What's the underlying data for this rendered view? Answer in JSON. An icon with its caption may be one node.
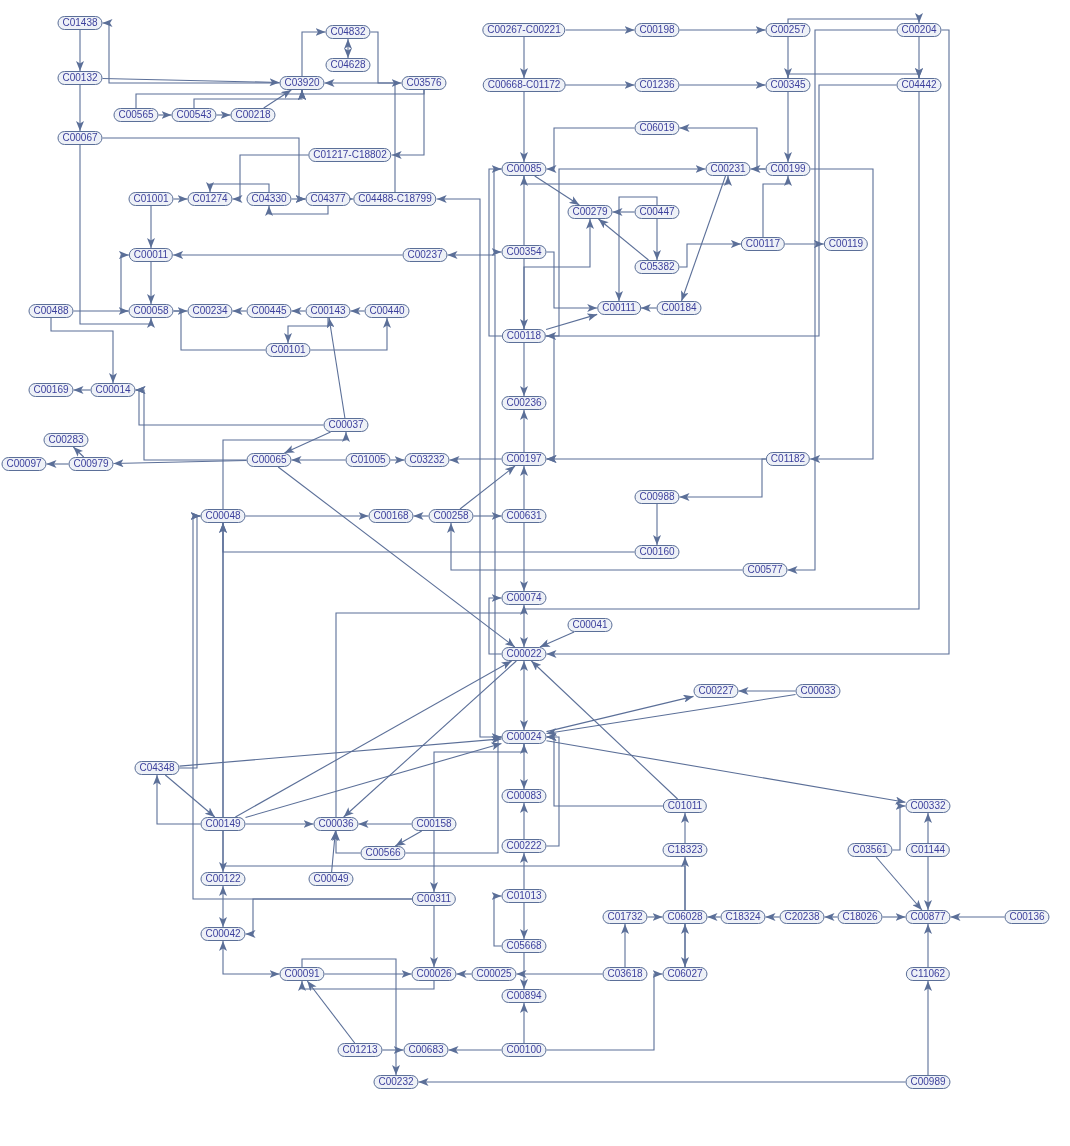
{
  "diagram": {
    "nodes": [
      {
        "text": [
          "C01438"
        ]
      },
      {
        "text": [
          "C04832"
        ]
      },
      {
        "text": [
          "C00267-C00221"
        ]
      },
      {
        "text": [
          "C00198"
        ]
      },
      {
        "text": [
          "C00257"
        ]
      },
      {
        "text": [
          "C00204"
        ]
      },
      {
        "text": [
          "C04628"
        ]
      },
      {
        "text": [
          "C00132"
        ]
      },
      {
        "text": [
          "C03920"
        ]
      },
      {
        "text": [
          "C03576"
        ]
      },
      {
        "text": [
          "C00668-C01172"
        ]
      },
      {
        "text": [
          "C01236"
        ]
      },
      {
        "text": [
          "C00345"
        ]
      },
      {
        "text": [
          "C04442"
        ]
      },
      {
        "text": [
          "C00565"
        ]
      },
      {
        "text": [
          "C00543"
        ]
      },
      {
        "text": [
          "C00218"
        ]
      },
      {
        "text": [
          "C06019"
        ]
      },
      {
        "text": [
          "C00067"
        ]
      },
      {
        "text": [
          "C01217-C18802"
        ]
      },
      {
        "text": [
          "C00085"
        ]
      },
      {
        "text": [
          "C00231"
        ]
      },
      {
        "text": [
          "C00199"
        ]
      },
      {
        "text": [
          "C01001"
        ]
      },
      {
        "text": [
          "C01274"
        ]
      },
      {
        "text": [
          "C04330"
        ]
      },
      {
        "text": [
          "C04377"
        ]
      },
      {
        "text": [
          "C04488-C18799"
        ]
      },
      {
        "text": [
          "C00279"
        ]
      },
      {
        "text": [
          "C00447"
        ]
      },
      {
        "text": [
          "C00117"
        ]
      },
      {
        "text": [
          "C00119"
        ]
      },
      {
        "text": [
          "C00011"
        ]
      },
      {
        "text": [
          "C00237"
        ]
      },
      {
        "text": [
          "C00354"
        ]
      },
      {
        "text": [
          "C05382"
        ]
      },
      {
        "text": [
          "C00488"
        ]
      },
      {
        "text": [
          "C00058"
        ]
      },
      {
        "text": [
          "C00234"
        ]
      },
      {
        "text": [
          "C00445"
        ]
      },
      {
        "text": [
          "C00143"
        ]
      },
      {
        "text": [
          "C00440"
        ]
      },
      {
        "text": [
          "C00111"
        ]
      },
      {
        "text": [
          "C00184"
        ]
      },
      {
        "text": [
          "C00118"
        ]
      },
      {
        "text": [
          "C00101"
        ]
      },
      {
        "text": [
          "C00169"
        ]
      },
      {
        "text": [
          "C00014"
        ]
      },
      {
        "text": [
          "C00236"
        ]
      },
      {
        "text": [
          "C00037"
        ]
      },
      {
        "text": [
          "C00283"
        ]
      },
      {
        "text": [
          "C00097"
        ]
      },
      {
        "text": [
          "C00979"
        ]
      },
      {
        "text": [
          "C00065"
        ]
      },
      {
        "text": [
          "C01005"
        ]
      },
      {
        "text": [
          "C03232"
        ]
      },
      {
        "text": [
          "C00197"
        ]
      },
      {
        "text": [
          "C01182"
        ]
      },
      {
        "text": [
          "C00988"
        ]
      },
      {
        "text": [
          "C00048"
        ]
      },
      {
        "text": [
          "C00168"
        ]
      },
      {
        "text": [
          "C00258"
        ]
      },
      {
        "text": [
          "C00631"
        ]
      },
      {
        "text": [
          "C00160"
        ]
      },
      {
        "text": [
          "C00577"
        ]
      },
      {
        "text": [
          "C00074"
        ]
      },
      {
        "text": [
          "C00041"
        ]
      },
      {
        "text": [
          "C00022"
        ]
      },
      {
        "text": [
          "C00227"
        ]
      },
      {
        "text": [
          "C00033"
        ]
      },
      {
        "text": [
          "C00024"
        ]
      },
      {
        "text": [
          "C04348"
        ]
      },
      {
        "text": [
          "C00083"
        ]
      },
      {
        "text": [
          "C01011"
        ]
      },
      {
        "text": [
          "C00332"
        ]
      },
      {
        "text": [
          "C00149"
        ]
      },
      {
        "text": [
          "C00036"
        ]
      },
      {
        "text": [
          "C00158"
        ]
      },
      {
        "text": [
          "C00566"
        ]
      },
      {
        "text": [
          "C00222"
        ]
      },
      {
        "text": [
          "C18323"
        ]
      },
      {
        "text": [
          "C03561"
        ]
      },
      {
        "text": [
          "C01144"
        ]
      },
      {
        "text": [
          "C00122"
        ]
      },
      {
        "text": [
          "C00049"
        ]
      },
      {
        "text": [
          "C00311"
        ]
      },
      {
        "text": [
          "C01013"
        ]
      },
      {
        "text": [
          "C01732"
        ]
      },
      {
        "text": [
          "C06028"
        ]
      },
      {
        "text": [
          "C18324"
        ]
      },
      {
        "text": [
          "C20238"
        ]
      },
      {
        "text": [
          "C18026"
        ]
      },
      {
        "text": [
          "C00877"
        ]
      },
      {
        "text": [
          "C00136"
        ]
      },
      {
        "text": [
          "C00042"
        ]
      },
      {
        "text": [
          "C05668"
        ]
      },
      {
        "text": [
          "C00091"
        ]
      },
      {
        "text": [
          "C00026"
        ]
      },
      {
        "text": [
          "C00025"
        ]
      },
      {
        "text": [
          "C03618"
        ]
      },
      {
        "text": [
          "C06027"
        ]
      },
      {
        "text": [
          "C11062"
        ]
      },
      {
        "text": [
          "C00894"
        ]
      },
      {
        "text": [
          "C01213"
        ]
      },
      {
        "text": [
          "C00683"
        ]
      },
      {
        "text": [
          "C00100"
        ]
      },
      {
        "text": [
          "C00232"
        ]
      },
      {
        "text": [
          "C00989"
        ]
      }
    ],
    "edges": [
      {
        "from": 8,
        "to": 0,
        "arrow": "to"
      },
      {
        "from": 0,
        "to": 7,
        "arrow": "to"
      },
      {
        "from": 7,
        "to": 18,
        "arrow": "to"
      },
      {
        "from": 7,
        "to": 8,
        "arrow": "to"
      },
      {
        "from": 14,
        "to": 15,
        "arrow": "to"
      },
      {
        "from": 15,
        "to": 16,
        "arrow": "to"
      },
      {
        "from": 14,
        "to": 8,
        "arrow": "to"
      },
      {
        "from": 15,
        "to": 8,
        "arrow": "to"
      },
      {
        "from": 16,
        "to": 8,
        "arrow": "to"
      },
      {
        "from": 8,
        "to": 1,
        "arrow": "to"
      },
      {
        "from": 1,
        "to": 6,
        "arrow": "both"
      },
      {
        "from": 1,
        "to": 9,
        "arrow": "to"
      },
      {
        "from": 9,
        "to": 8,
        "arrow": "to"
      },
      {
        "from": 9,
        "to": 19,
        "arrow": "to"
      },
      {
        "from": 27,
        "to": 8,
        "arrow": "to"
      },
      {
        "from": 18,
        "to": 26,
        "arrow": "to"
      },
      {
        "from": 19,
        "to": 24,
        "arrow": "to"
      },
      {
        "from": 23,
        "to": 24,
        "arrow": "to"
      },
      {
        "from": 25,
        "to": 24,
        "arrow": "to"
      },
      {
        "from": 26,
        "to": 25,
        "arrow": "to"
      },
      {
        "from": 25,
        "to": 26,
        "arrow": "to"
      },
      {
        "from": 26,
        "to": 27,
        "arrow": "to"
      },
      {
        "from": 70,
        "to": 27,
        "arrow": "to"
      },
      {
        "from": 70,
        "to": 33,
        "arrow": "to"
      },
      {
        "from": 23,
        "to": 32,
        "arrow": "to"
      },
      {
        "from": 33,
        "to": 32,
        "arrow": "to"
      },
      {
        "from": 32,
        "to": 37,
        "arrow": "to"
      },
      {
        "from": 37,
        "to": 32,
        "arrow": "to"
      },
      {
        "from": 18,
        "to": 37,
        "arrow": "to"
      },
      {
        "from": 36,
        "to": 37,
        "arrow": "to"
      },
      {
        "from": 36,
        "to": 47,
        "arrow": "to"
      },
      {
        "from": 37,
        "to": 38,
        "arrow": "to"
      },
      {
        "from": 39,
        "to": 38,
        "arrow": "to"
      },
      {
        "from": 40,
        "to": 39,
        "arrow": "to"
      },
      {
        "from": 41,
        "to": 40,
        "arrow": "to"
      },
      {
        "from": 45,
        "to": 41,
        "arrow": "to"
      },
      {
        "from": 37,
        "to": 45,
        "arrow": "none"
      },
      {
        "from": 40,
        "to": 45,
        "arrow": "to"
      },
      {
        "from": 49,
        "to": 40,
        "arrow": "to"
      },
      {
        "from": 49,
        "to": 47,
        "arrow": "to"
      },
      {
        "from": 47,
        "to": 46,
        "arrow": "to"
      },
      {
        "from": 53,
        "to": 47,
        "arrow": "to"
      },
      {
        "from": 53,
        "to": 52,
        "arrow": "to"
      },
      {
        "from": 52,
        "to": 51,
        "arrow": "to"
      },
      {
        "from": 52,
        "to": 50,
        "arrow": "to"
      },
      {
        "from": 49,
        "to": 53,
        "arrow": "to"
      },
      {
        "from": 54,
        "to": 53,
        "arrow": "to"
      },
      {
        "from": 54,
        "to": 55,
        "arrow": "to"
      },
      {
        "from": 56,
        "to": 55,
        "arrow": "to"
      },
      {
        "from": 59,
        "to": 49,
        "arrow": "to"
      },
      {
        "from": 59,
        "to": 60,
        "arrow": "to"
      },
      {
        "from": 61,
        "to": 60,
        "arrow": "to"
      },
      {
        "from": 61,
        "to": 62,
        "arrow": "to"
      },
      {
        "from": 85,
        "to": 94,
        "arrow": "to"
      },
      {
        "from": 85,
        "to": 59,
        "arrow": "to"
      },
      {
        "from": 63,
        "to": 59,
        "arrow": "to"
      },
      {
        "from": 75,
        "to": 59,
        "arrow": "to"
      },
      {
        "from": 71,
        "to": 59,
        "arrow": "to"
      },
      {
        "from": 71,
        "to": 70,
        "arrow": "to"
      },
      {
        "from": 59,
        "to": 100,
        "arrow": "to"
      },
      {
        "from": 64,
        "to": 61,
        "arrow": "to"
      },
      {
        "from": 5,
        "to": 64,
        "arrow": "to"
      },
      {
        "from": 5,
        "to": 67,
        "arrow": "to"
      },
      {
        "from": 13,
        "to": 44,
        "arrow": "to"
      },
      {
        "from": 13,
        "to": 67,
        "arrow": "to"
      },
      {
        "from": 61,
        "to": 56,
        "arrow": "to"
      },
      {
        "from": 44,
        "to": 56,
        "arrow": "to"
      },
      {
        "from": 62,
        "to": 56,
        "arrow": "to"
      },
      {
        "from": 56,
        "to": 48,
        "arrow": "to"
      },
      {
        "from": 44,
        "to": 48,
        "arrow": "to"
      },
      {
        "from": 57,
        "to": 56,
        "arrow": "to"
      },
      {
        "from": 57,
        "to": 58,
        "arrow": "to"
      },
      {
        "from": 58,
        "to": 63,
        "arrow": "to"
      },
      {
        "from": 62,
        "to": 65,
        "arrow": "to"
      },
      {
        "from": 67,
        "to": 65,
        "arrow": "to"
      },
      {
        "from": 66,
        "to": 67,
        "arrow": "to"
      },
      {
        "from": 67,
        "to": 70,
        "arrow": "both"
      },
      {
        "from": 53,
        "to": 67,
        "arrow": "to"
      },
      {
        "from": 75,
        "to": 67,
        "arrow": "to"
      },
      {
        "from": 76,
        "to": 65,
        "arrow": "to"
      },
      {
        "from": 67,
        "to": 76,
        "arrow": "to"
      },
      {
        "from": 73,
        "to": 67,
        "arrow": "to"
      },
      {
        "from": 73,
        "to": 70,
        "arrow": "to"
      },
      {
        "from": 70,
        "to": 68,
        "arrow": "to"
      },
      {
        "from": 69,
        "to": 68,
        "arrow": "to"
      },
      {
        "from": 69,
        "to": 70,
        "arrow": "to"
      },
      {
        "from": 70,
        "to": 74,
        "arrow": "to"
      },
      {
        "from": 75,
        "to": 70,
        "arrow": "to"
      },
      {
        "from": 78,
        "to": 70,
        "arrow": "to"
      },
      {
        "from": 77,
        "to": 70,
        "arrow": "to"
      },
      {
        "from": 79,
        "to": 70,
        "arrow": "to"
      },
      {
        "from": 75,
        "to": 71,
        "arrow": "to"
      },
      {
        "from": 71,
        "to": 75,
        "arrow": "to"
      },
      {
        "from": 75,
        "to": 76,
        "arrow": "to"
      },
      {
        "from": 75,
        "to": 83,
        "arrow": "to"
      },
      {
        "from": 83,
        "to": 94,
        "arrow": "both"
      },
      {
        "from": 94,
        "to": 96,
        "arrow": "both"
      },
      {
        "from": 77,
        "to": 76,
        "arrow": "to"
      },
      {
        "from": 77,
        "to": 78,
        "arrow": "to"
      },
      {
        "from": 78,
        "to": 76,
        "arrow": "to"
      },
      {
        "from": 84,
        "to": 76,
        "arrow": "to"
      },
      {
        "from": 77,
        "to": 85,
        "arrow": "to"
      },
      {
        "from": 85,
        "to": 97,
        "arrow": "to"
      },
      {
        "from": 96,
        "to": 97,
        "arrow": "to"
      },
      {
        "from": 97,
        "to": 96,
        "arrow": "to"
      },
      {
        "from": 98,
        "to": 97,
        "arrow": "to"
      },
      {
        "from": 99,
        "to": 98,
        "arrow": "to"
      },
      {
        "from": 95,
        "to": 102,
        "arrow": "to"
      },
      {
        "from": 86,
        "to": 95,
        "arrow": "to"
      },
      {
        "from": 95,
        "to": 86,
        "arrow": "to"
      },
      {
        "from": 86,
        "to": 79,
        "arrow": "to"
      },
      {
        "from": 79,
        "to": 72,
        "arrow": "to"
      },
      {
        "from": 70,
        "to": 72,
        "arrow": "to"
      },
      {
        "from": 105,
        "to": 102,
        "arrow": "to"
      },
      {
        "from": 105,
        "to": 104,
        "arrow": "to"
      },
      {
        "from": 103,
        "to": 104,
        "arrow": "to"
      },
      {
        "from": 103,
        "to": 96,
        "arrow": "to"
      },
      {
        "from": 96,
        "to": 106,
        "arrow": "to"
      },
      {
        "from": 107,
        "to": 106,
        "arrow": "to"
      },
      {
        "from": 105,
        "to": 100,
        "arrow": "to"
      },
      {
        "from": 107,
        "to": 101,
        "arrow": "to"
      },
      {
        "from": 101,
        "to": 92,
        "arrow": "to"
      },
      {
        "from": 82,
        "to": 92,
        "arrow": "to"
      },
      {
        "from": 82,
        "to": 74,
        "arrow": "to"
      },
      {
        "from": 81,
        "to": 74,
        "arrow": "to"
      },
      {
        "from": 81,
        "to": 92,
        "arrow": "to"
      },
      {
        "from": 91,
        "to": 92,
        "arrow": "to"
      },
      {
        "from": 93,
        "to": 92,
        "arrow": "to"
      },
      {
        "from": 91,
        "to": 90,
        "arrow": "to"
      },
      {
        "from": 90,
        "to": 89,
        "arrow": "to"
      },
      {
        "from": 89,
        "to": 88,
        "arrow": "to"
      },
      {
        "from": 87,
        "to": 88,
        "arrow": "to"
      },
      {
        "from": 99,
        "to": 87,
        "arrow": "to"
      },
      {
        "from": 100,
        "to": 88,
        "arrow": "to"
      },
      {
        "from": 88,
        "to": 80,
        "arrow": "to"
      },
      {
        "from": 80,
        "to": 73,
        "arrow": "to"
      },
      {
        "from": 2,
        "to": 3,
        "arrow": "to"
      },
      {
        "from": 3,
        "to": 4,
        "arrow": "to"
      },
      {
        "from": 4,
        "to": 5,
        "arrow": "to"
      },
      {
        "from": 2,
        "to": 10,
        "arrow": "to"
      },
      {
        "from": 10,
        "to": 11,
        "arrow": "to"
      },
      {
        "from": 11,
        "to": 12,
        "arrow": "to"
      },
      {
        "from": 4,
        "to": 12,
        "arrow": "to"
      },
      {
        "from": 12,
        "to": 13,
        "arrow": "to"
      },
      {
        "from": 5,
        "to": 13,
        "arrow": "to"
      },
      {
        "from": 10,
        "to": 20,
        "arrow": "to"
      },
      {
        "from": 12,
        "to": 22,
        "arrow": "to"
      },
      {
        "from": 22,
        "to": 17,
        "arrow": "to"
      },
      {
        "from": 17,
        "to": 20,
        "arrow": "to"
      },
      {
        "from": 20,
        "to": 21,
        "arrow": "to"
      },
      {
        "from": 22,
        "to": 21,
        "arrow": "to"
      },
      {
        "from": 20,
        "to": 34,
        "arrow": "to"
      },
      {
        "from": 34,
        "to": 20,
        "arrow": "to"
      },
      {
        "from": 20,
        "to": 28,
        "arrow": "to"
      },
      {
        "from": 44,
        "to": 28,
        "arrow": "to"
      },
      {
        "from": 29,
        "to": 28,
        "arrow": "to"
      },
      {
        "from": 29,
        "to": 35,
        "arrow": "to"
      },
      {
        "from": 29,
        "to": 42,
        "arrow": "to"
      },
      {
        "from": 35,
        "to": 28,
        "arrow": "to"
      },
      {
        "from": 44,
        "to": 20,
        "arrow": "to"
      },
      {
        "from": 35,
        "to": 30,
        "arrow": "to"
      },
      {
        "from": 30,
        "to": 31,
        "arrow": "to"
      },
      {
        "from": 30,
        "to": 22,
        "arrow": "to"
      },
      {
        "from": 34,
        "to": 42,
        "arrow": "to"
      },
      {
        "from": 34,
        "to": 44,
        "arrow": "to"
      },
      {
        "from": 43,
        "to": 42,
        "arrow": "to"
      },
      {
        "from": 21,
        "to": 43,
        "arrow": "to"
      },
      {
        "from": 44,
        "to": 21,
        "arrow": "to"
      },
      {
        "from": 44,
        "to": 42,
        "arrow": "to"
      },
      {
        "from": 22,
        "to": 57,
        "arrow": "to"
      }
    ]
  }
}
